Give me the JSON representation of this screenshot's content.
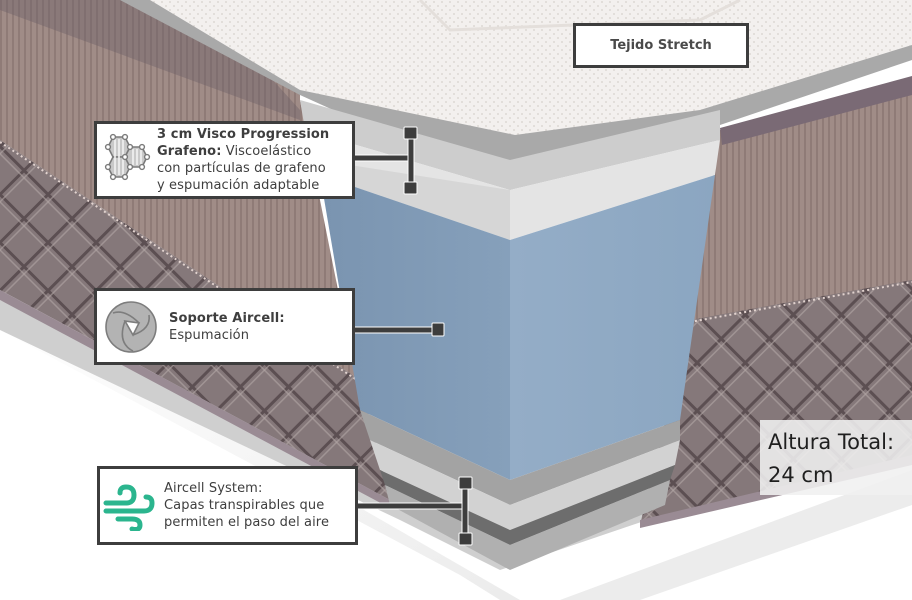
{
  "labels": {
    "top_fabric": {
      "title": "Tejido Stretch"
    },
    "visco_layer": {
      "icon": "graphene-hexagon-icon",
      "title": "3 cm Visco Progression",
      "subtitle_bold": "Grafeno:",
      "lines": [
        "Viscoelástico",
        "con partículas de grafeno",
        "y espumación adaptable"
      ]
    },
    "support_layer": {
      "icon": "aperture-circle-icon",
      "title": "Soporte Aircell:",
      "lines": [
        "Espumación"
      ]
    },
    "air_layer": {
      "icon": "wind-airflow-icon",
      "title": "Aircell System:",
      "lines": [
        "Capas transpirables que",
        "permiten el paso del aire"
      ]
    },
    "total_height": {
      "label": "Altura Total:",
      "value": "24 cm"
    }
  },
  "colors": {
    "foam_blue": "#8aa5c1",
    "fabric_brown": "#9c8782",
    "quilt_dark": "#7d6f70",
    "topper_white": "#f1eeec",
    "layer_gray_light": "#e6e6e6",
    "layer_gray_mid": "#bdbdbd",
    "connector_dark": "#3d3d3d",
    "wind_icon_green": "#2bb58e"
  }
}
